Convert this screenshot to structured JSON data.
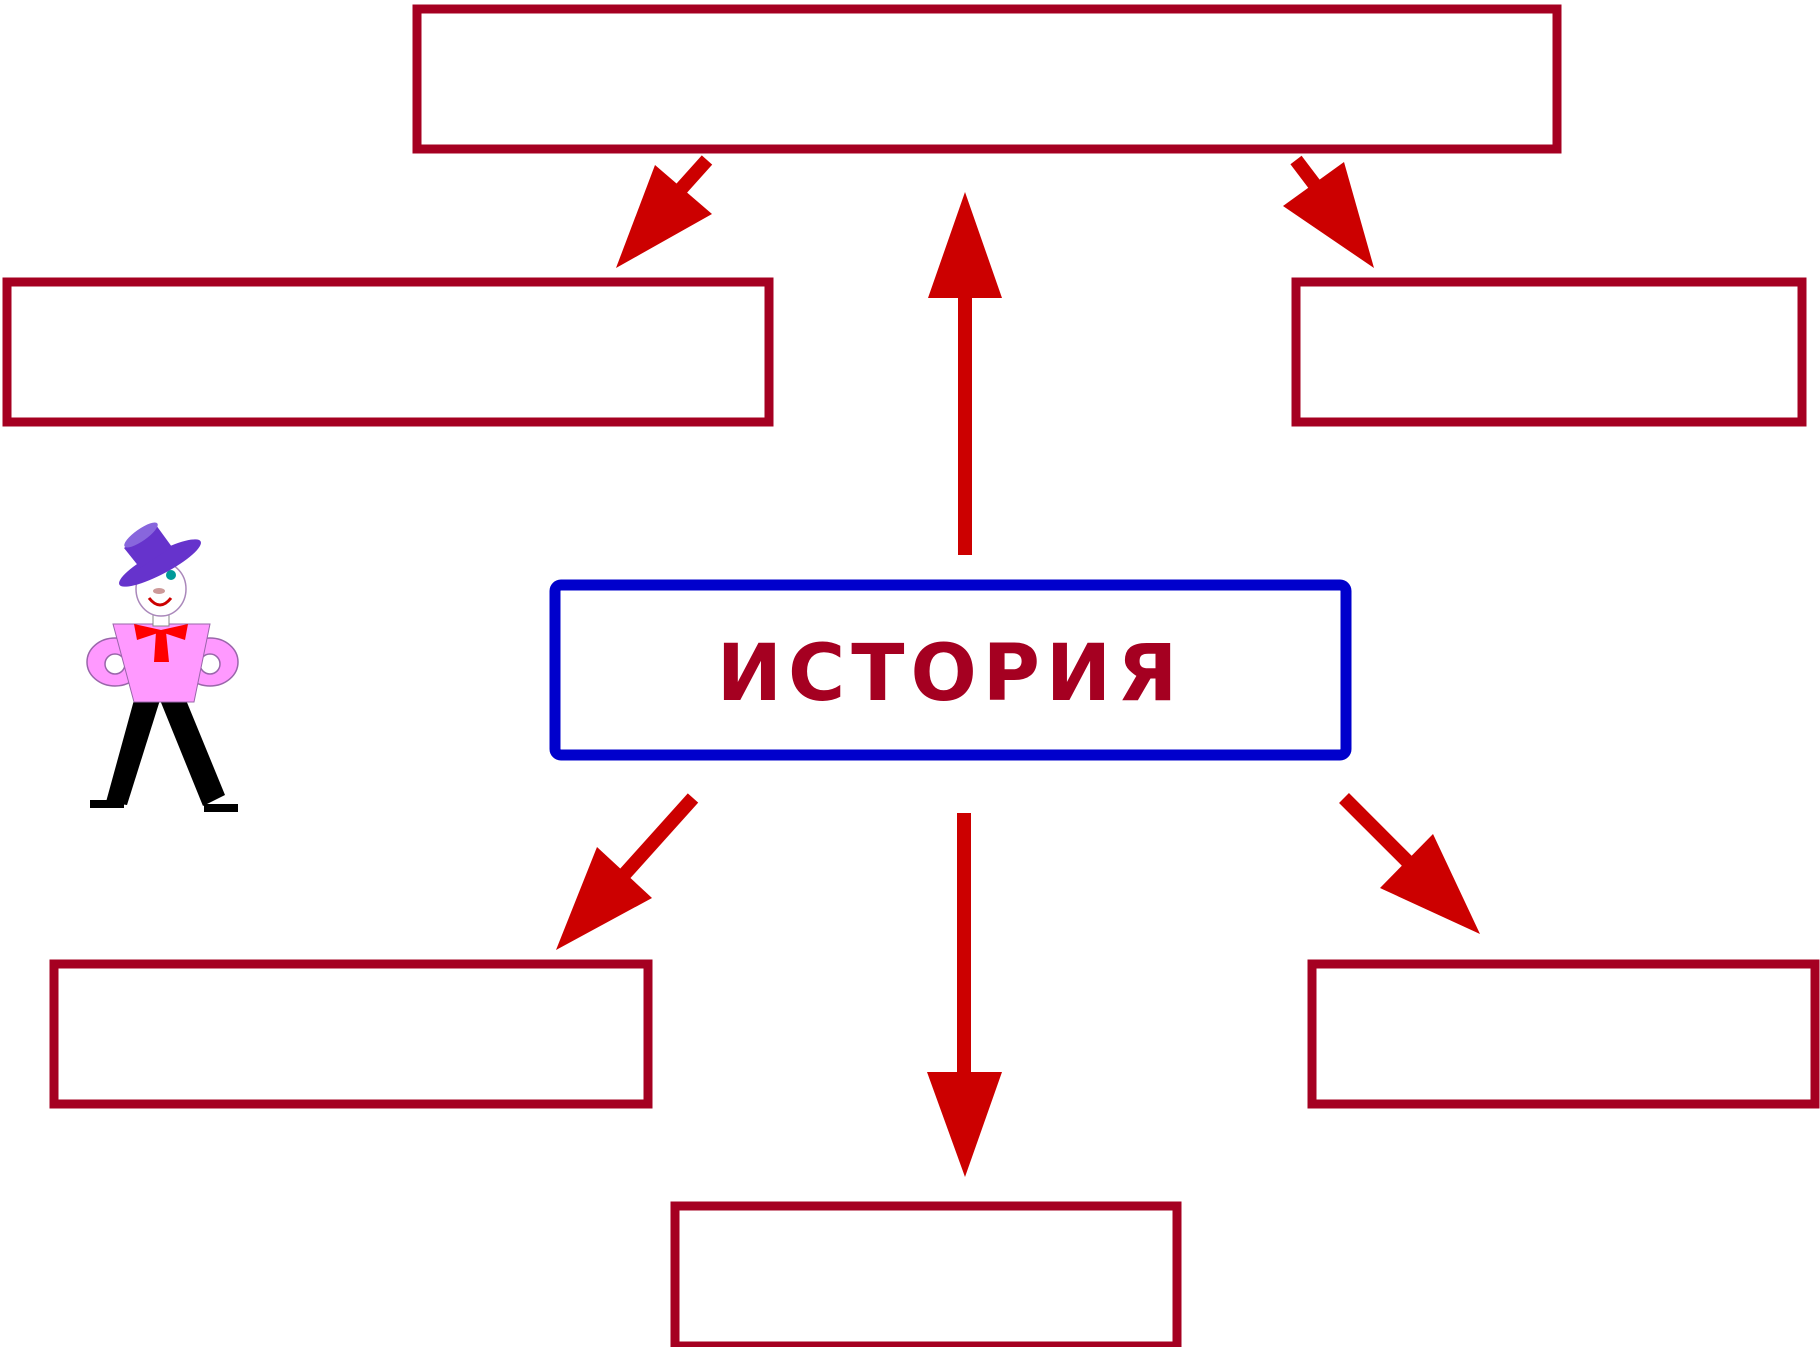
{
  "center": {
    "title": "ИСТОРИЯ"
  },
  "colors": {
    "empty_box_border": "#A50021",
    "center_box_border": "#0000CC",
    "center_text": "#A50021",
    "arrow": "#CC0000",
    "figure_shirt": "#FF99FF",
    "figure_hat": "#6633CC",
    "figure_tie": "#FF0000",
    "figure_pants": "#000000"
  },
  "empty_boxes": [
    "top",
    "top-left",
    "top-right",
    "bottom-left",
    "bottom-center",
    "bottom-right"
  ],
  "figure": {
    "icon": "cartoon-man-in-hat-icon"
  }
}
